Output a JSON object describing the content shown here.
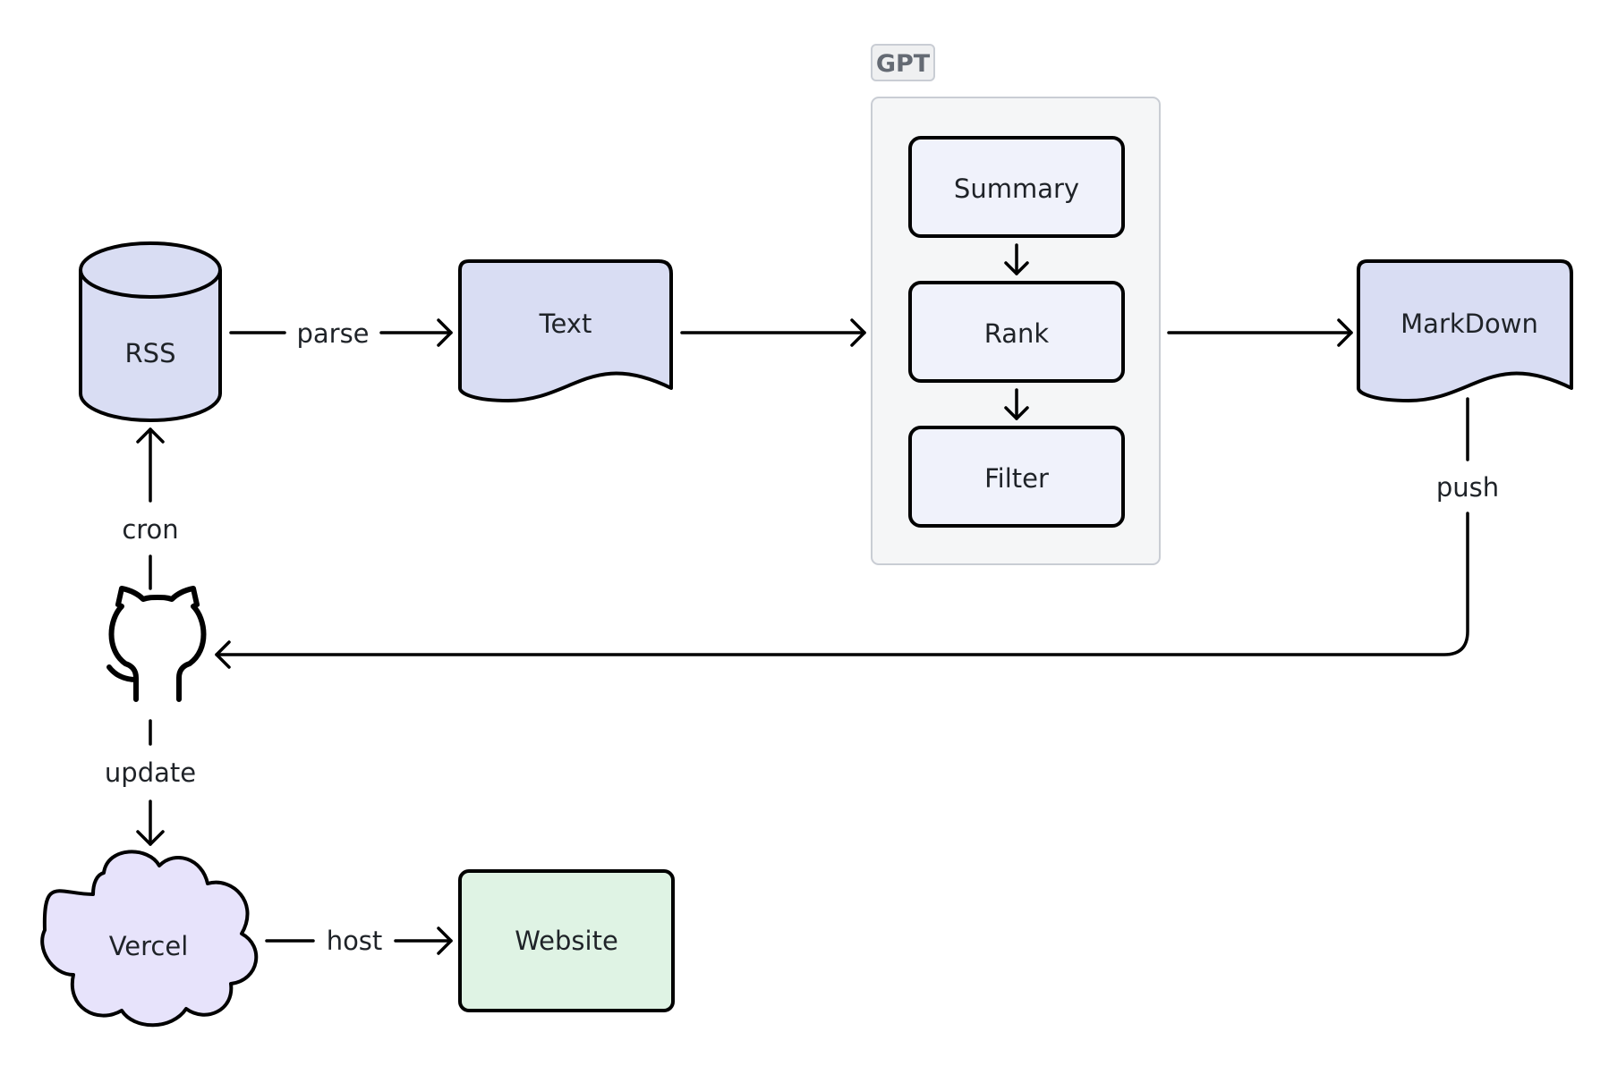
{
  "group": {
    "label": "GPT",
    "fill": "#f5f6f7",
    "tag_fill": "#eff0f1"
  },
  "nodes": {
    "rss": {
      "label": "RSS",
      "fill": "#d9ddf3"
    },
    "text": {
      "label": "Text",
      "fill": "#d9ddf3"
    },
    "summary": {
      "label": "Summary",
      "fill": "#f0f2fb"
    },
    "rank": {
      "label": "Rank",
      "fill": "#f0f2fb"
    },
    "filter": {
      "label": "Filter",
      "fill": "#f0f2fb"
    },
    "markdown": {
      "label": "MarkDown",
      "fill": "#d9ddf3"
    },
    "github": {
      "icon": "github-icon"
    },
    "vercel": {
      "label": "Vercel",
      "fill": "#e7e3fb"
    },
    "website": {
      "label": "Website",
      "fill": "#dff3e4"
    }
  },
  "edges": {
    "parse": "parse",
    "cron": "cron",
    "push": "push",
    "update": "update",
    "host": "host"
  }
}
